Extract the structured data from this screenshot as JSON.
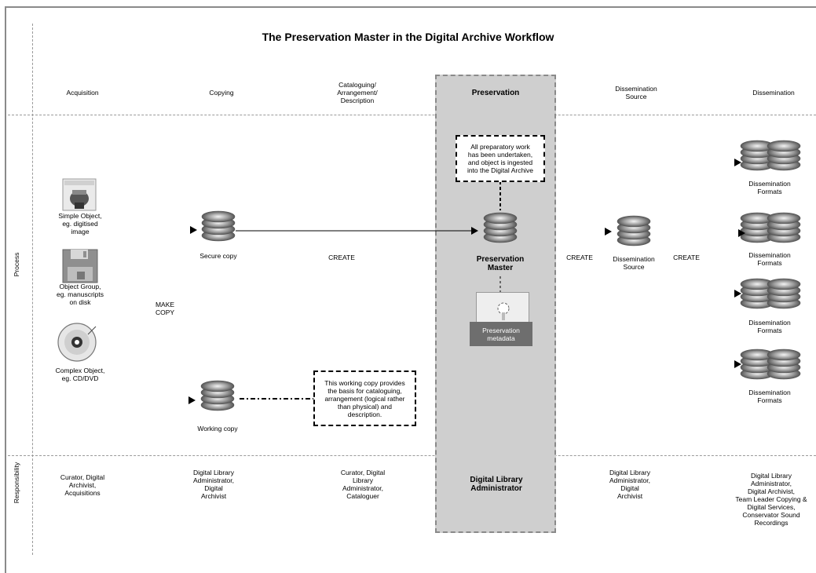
{
  "title": "The Preservation Master in the Digital Archive Workflow",
  "columns": {
    "acquisition": "Acquisition",
    "copying": "Copying",
    "cataloguing": "Cataloguing/\nArrangement/\nDescription",
    "preservation": "Preservation",
    "dissemination_source": "Dissemination\nSource",
    "dissemination": "Dissemination"
  },
  "rows": {
    "process": "Process",
    "responsibility": "Responsibility"
  },
  "objects": {
    "simple": "Simple Object,\neg. digitised\nimage",
    "group": "Object Group,\neg. manuscripts\non disk",
    "complex": "Complex Object,\neg. CD/DVD"
  },
  "labels": {
    "make_copy": "MAKE\nCOPY",
    "secure_copy": "Secure copy",
    "working_copy": "Working copy",
    "create_1": "CREATE",
    "create_2": "CREATE",
    "create_3": "CREATE",
    "preservation_master": "Preservation\nMaster",
    "preservation_metadata": "Preservation\nmetadata",
    "dissemination_source": "Dissemination\nSource",
    "dissemination_formats": "Dissemination\nFormats"
  },
  "notes": {
    "ingest": "All preparatory work\nhas been undertaken,\nand object is ingested\ninto the Digital Archive",
    "working": "This working copy provides\nthe basis for cataloguing,\narrangement (logical rather\nthan physical) and\ndescription."
  },
  "responsibility": {
    "acquisition": "Curator, Digital\nArchivist,\nAcquisitions",
    "copying": "Digital Library\nAdministrator,\nDigital\nArchivist",
    "cataloguing": "Curator, Digital\nLibrary\nAdministrator,\nCataloguer",
    "preservation": "Digital Library\nAdministrator",
    "dissemination_source": "Digital Library\nAdministrator,\nDigital\nArchivist",
    "dissemination": "Digital Library\nAdministrator,\nDigital Archivist,\nTeam Leader Copying &\nDigital Services,\nConservator Sound\nRecordings"
  },
  "icons": [
    "database-stack-icon",
    "image-file-icon",
    "floppy-disk-icon",
    "cd-disc-icon",
    "document-icon",
    "arrow-right-icon"
  ]
}
